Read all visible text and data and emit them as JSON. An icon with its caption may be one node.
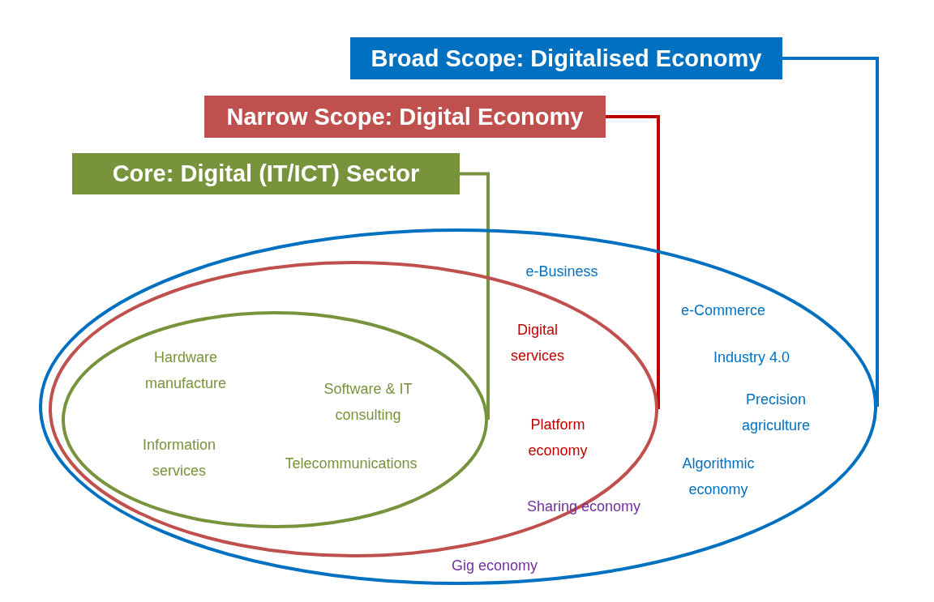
{
  "diagram": {
    "nodes": [
      {
        "text": [
          "Broad Scope: Digitalised Economy"
        ]
      },
      {
        "text": [
          "Narrow Scope: Digital Economy"
        ]
      },
      {
        "text": [
          "Core: Digital (IT/ICT) Sector"
        ]
      },
      {
        "text": [
          "e-Business",
          "e-Commerce",
          "Industry 4.0",
          "Precision agriculture",
          "Algorithmic economy"
        ]
      },
      {
        "text": [
          "Digital services",
          "Platform economy",
          "Sharing economy",
          "Gig economy"
        ],
        "in": 3
      },
      {
        "text": [
          "Hardware manufacture",
          "Software & IT consulting",
          "Information services",
          "Telecommunications"
        ],
        "in": 4
      }
    ],
    "edges": [
      {
        "from": 0,
        "to": 3,
        "arrow": "none",
        "color": "#0070c0"
      },
      {
        "from": 1,
        "to": 4,
        "arrow": "none",
        "color": "#c00000"
      },
      {
        "from": 2,
        "to": 5,
        "arrow": "none",
        "color": "#77933c"
      }
    ]
  }
}
